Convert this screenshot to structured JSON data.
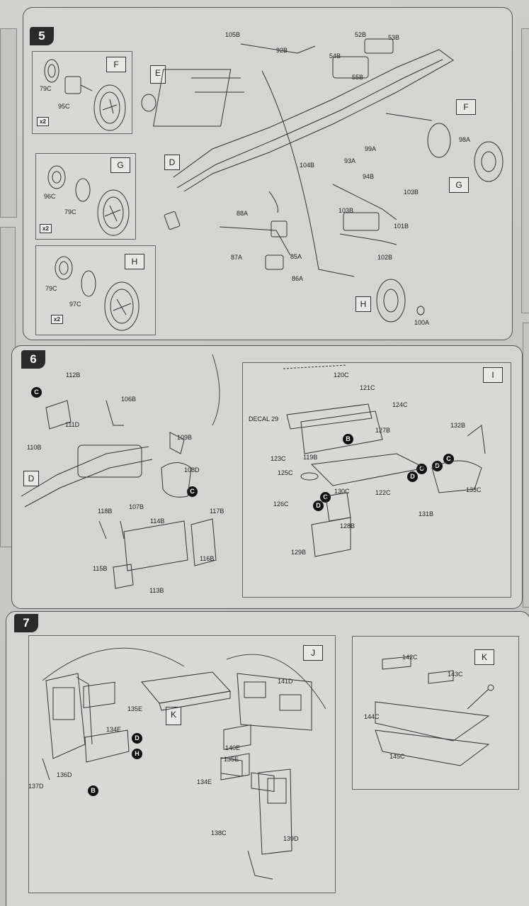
{
  "steps": {
    "s5": {
      "number": "5",
      "boxes": [
        "F",
        "G",
        "H",
        "E",
        "D",
        "F",
        "G",
        "H"
      ],
      "x2": [
        "x2",
        "x2",
        "x2"
      ],
      "labels": [
        "105B",
        "92B",
        "52B",
        "53B",
        "54B",
        "55B",
        "98A",
        "99A",
        "93A",
        "104B",
        "94B",
        "103B",
        "103B",
        "101B",
        "88A",
        "85A",
        "86A",
        "87A",
        "102B",
        "100A",
        "79C",
        "95C",
        "96C",
        "79C",
        "79C",
        "97C"
      ]
    },
    "s6": {
      "number": "6",
      "boxes": [
        "D",
        "I"
      ],
      "decal": "DECAL 29",
      "badges": [
        "C",
        "C",
        "B",
        "C",
        "D",
        "C",
        "D",
        "D",
        "C"
      ],
      "labels": [
        "112B",
        "111D",
        "110B",
        "106B",
        "109B",
        "108D",
        "107B",
        "118B",
        "114B",
        "117B",
        "116B",
        "115B",
        "113B",
        "120C",
        "121C",
        "124C",
        "127B",
        "132B",
        "123C",
        "119B",
        "125C",
        "122C",
        "133C",
        "126C",
        "130C",
        "131B",
        "128B",
        "129B"
      ]
    },
    "s7": {
      "number": "7",
      "boxes": [
        "J",
        "K",
        "K"
      ],
      "badges": [
        "D",
        "H",
        "B"
      ],
      "labels": [
        "141D",
        "135E",
        "134E",
        "140E",
        "135E",
        "134E",
        "136D",
        "137D",
        "138C",
        "139D",
        "142C",
        "143C",
        "144C",
        "145C"
      ]
    }
  }
}
